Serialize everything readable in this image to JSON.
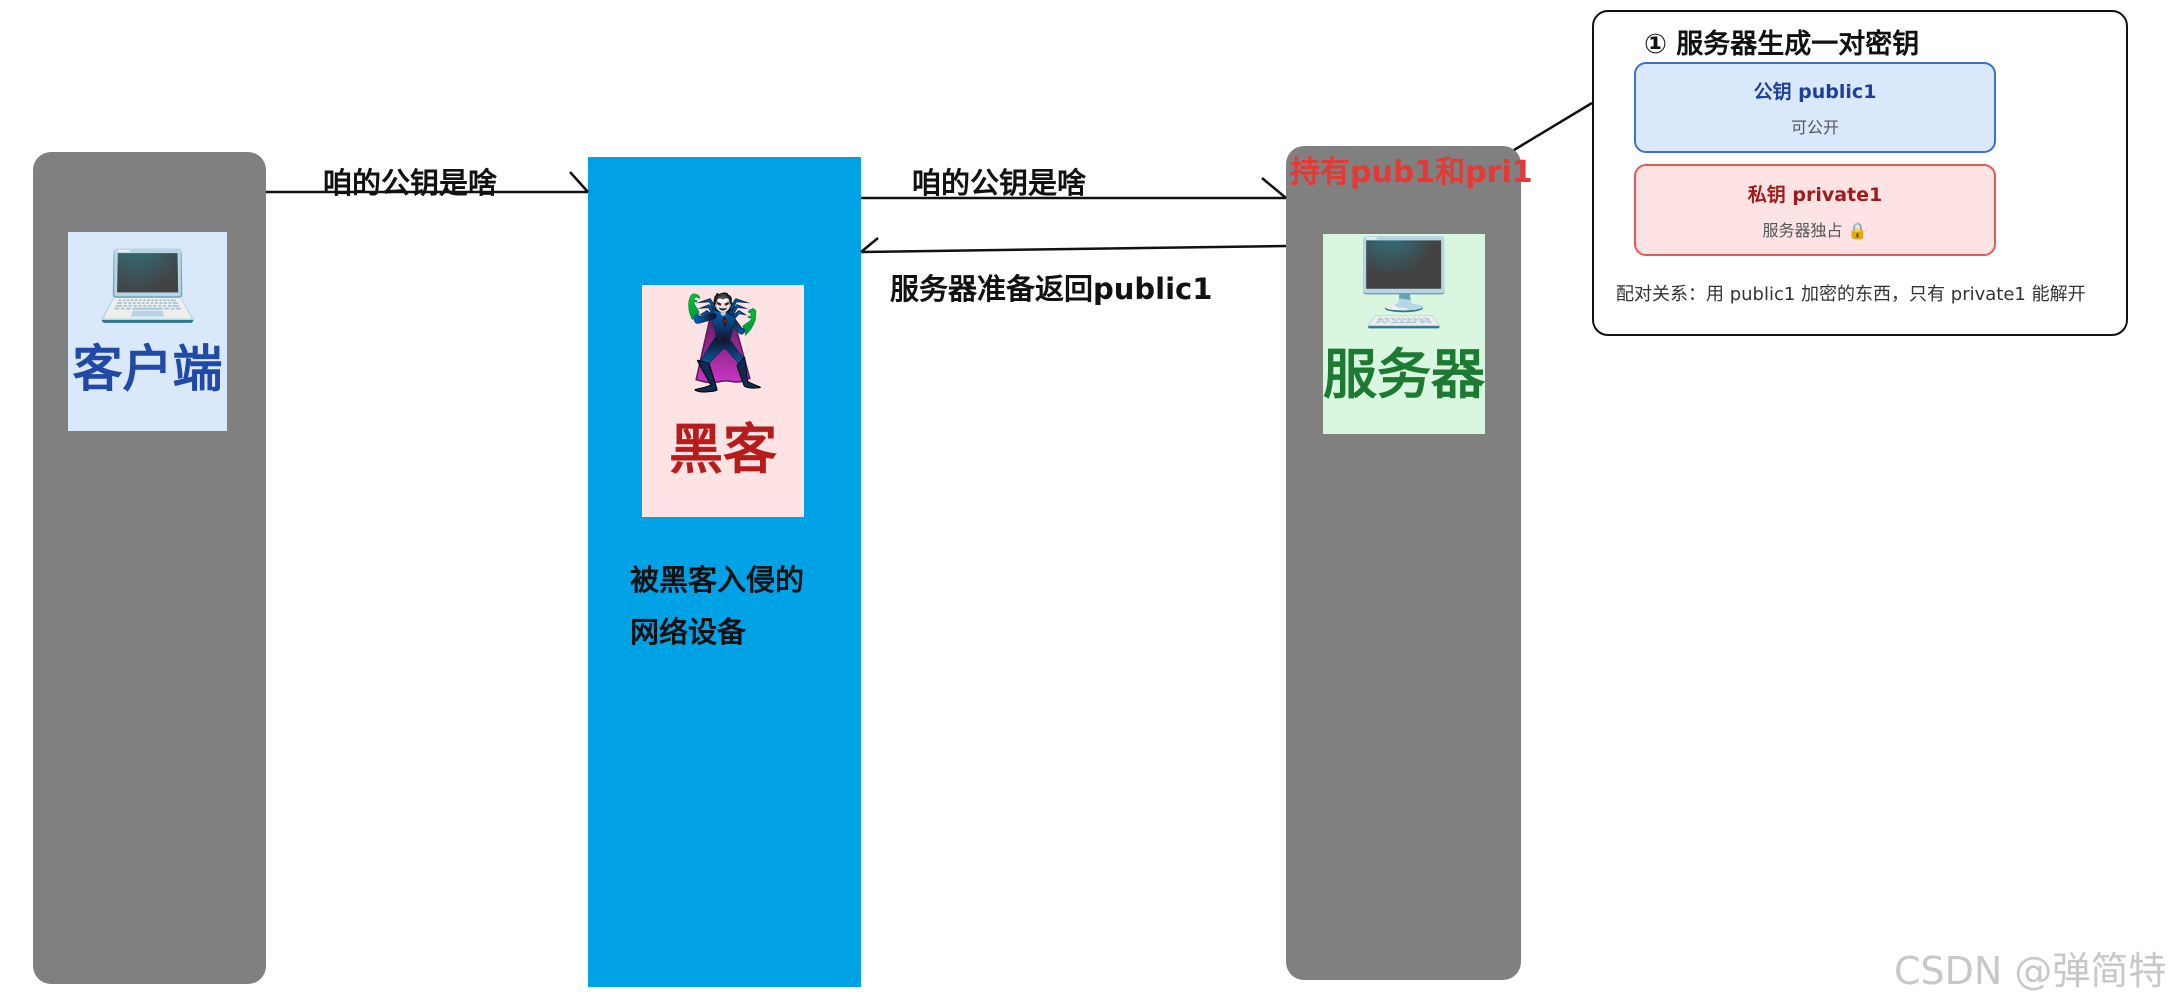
{
  "nodes": {
    "client": {
      "icon": "💻",
      "icon_name": "laptop-icon",
      "label": "客户端",
      "label_color": "#2149a6",
      "card_bg": "#dae8fc"
    },
    "hacker": {
      "icon": "🦹",
      "icon_name": "supervillain-icon",
      "label": "黑客",
      "label_color": "#b71c1c",
      "card_bg": "#fde3e3",
      "caption_lines": [
        "被黑客入侵的",
        "网络设备"
      ]
    },
    "server": {
      "icon": "🖥️",
      "icon_name": "desktop-computer-icon",
      "label": "服务器",
      "label_color": "#1e7a32",
      "card_bg": "#d9f7e0",
      "status": "持有pub1和pri1",
      "status_color": "#e53935"
    }
  },
  "messages": {
    "client_to_hacker": "咱的公钥是啥",
    "hacker_to_server": "咱的公钥是啥",
    "server_to_hacker": "服务器准备返回public1"
  },
  "callout": {
    "title": "① 服务器生成一对密钥",
    "public_key": {
      "title": "公钥 public1",
      "sub": "可公开"
    },
    "private_key": {
      "title": "私钥 private1",
      "sub": "服务器独占 🔒"
    },
    "note": "配对关系：用 public1 加密的东西，只有 private1 能解开"
  },
  "watermark": "CSDN @弹简特",
  "colors": {
    "pillar_gray": "#808080",
    "pillar_blue": "#00a2e6",
    "public_key_bg": "#dae8fc",
    "public_key_border": "#3a6fd8",
    "private_key_bg": "#fde3e3",
    "private_key_border": "#e05a5a"
  }
}
